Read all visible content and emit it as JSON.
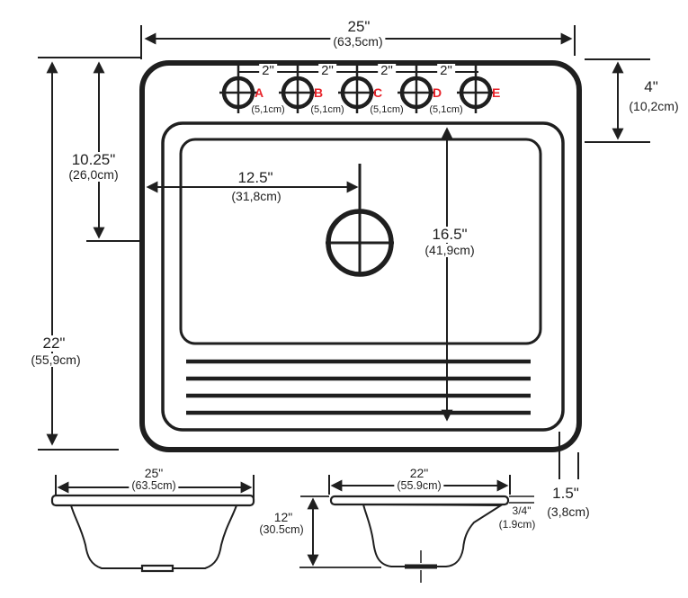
{
  "colors": {
    "line": "#1f1f1f",
    "accent_red": "#e8232a",
    "background": "#ffffff"
  },
  "top_view": {
    "width": {
      "in": "25\"",
      "cm": "(63,5cm)"
    },
    "height": {
      "in": "22\"",
      "cm": "(55,9cm)"
    },
    "top_to_drain_center": {
      "in": "10.25\"",
      "cm": "(26,0cm)"
    },
    "left_to_drain_center": {
      "in": "12.5\"",
      "cm": "(31,8cm)"
    },
    "basin_length": {
      "in": "16.5\"",
      "cm": "(41,9cm)"
    },
    "deck_depth": {
      "in": "4\"",
      "cm": "(10,2cm)"
    },
    "rim_width": {
      "in": "1.5\"",
      "cm": "(3,8cm)"
    },
    "hole_spacing": {
      "in": "2\"",
      "cm": "(5,1cm)"
    },
    "hole_labels": [
      "A",
      "B",
      "C",
      "D",
      "E"
    ]
  },
  "front_view": {
    "width": {
      "in": "25\"",
      "cm": "(63.5cm)"
    }
  },
  "side_view": {
    "width": {
      "in": "22\"",
      "cm": "(55.9cm)"
    },
    "depth": {
      "in": "12\"",
      "cm": "(30.5cm)"
    },
    "rim_thickness": {
      "in": "3/4\"",
      "cm": "(1.9cm)"
    }
  }
}
